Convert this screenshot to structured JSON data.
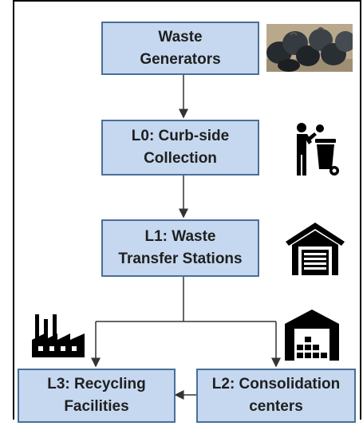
{
  "nodes": {
    "generators": {
      "line1": "Waste",
      "line2": "Generators"
    },
    "curbside": {
      "line1": "L0: Curb-side",
      "line2": "Collection"
    },
    "transfer": {
      "line1": "L1: Waste",
      "line2": "Transfer Stations"
    },
    "recycling": {
      "line1": "L3: Recycling",
      "line2": "Facilities"
    },
    "consolidation": {
      "line1": "L2: Consolidation",
      "line2": "centers"
    }
  },
  "icons": {
    "generators": "garbage-bags-photo",
    "curbside": "person-throwing-trash-icon",
    "transfer": "garage-icon",
    "recycling": "factory-icon",
    "consolidation": "warehouse-icon"
  },
  "colors": {
    "box_fill": "#c5d8ef",
    "box_border": "#4a6f98",
    "text": "#1f1f1f",
    "lines": "#333333"
  }
}
